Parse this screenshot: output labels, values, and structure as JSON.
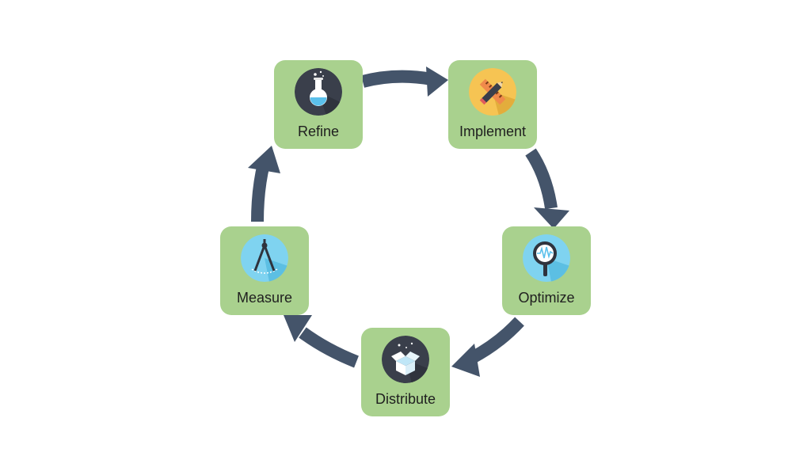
{
  "diagram": {
    "type": "cycle",
    "steps": [
      {
        "id": "refine",
        "label": "Refine",
        "icon": "flask-icon"
      },
      {
        "id": "implement",
        "label": "Implement",
        "icon": "pencil-ruler-icon"
      },
      {
        "id": "optimize",
        "label": "Optimize",
        "icon": "magnifier-icon"
      },
      {
        "id": "distribute",
        "label": "Distribute",
        "icon": "open-box-icon"
      },
      {
        "id": "measure",
        "label": "Measure",
        "icon": "compass-icon"
      }
    ],
    "flow": [
      {
        "from": "Refine",
        "to": "Implement"
      },
      {
        "from": "Implement",
        "to": "Optimize"
      },
      {
        "from": "Optimize",
        "to": "Distribute"
      },
      {
        "from": "Distribute",
        "to": "Measure"
      },
      {
        "from": "Measure",
        "to": "Refine"
      }
    ]
  },
  "colors": {
    "node_fill": "#a9d18e",
    "arrow": "#44546a",
    "label": "#1f1f1f"
  }
}
